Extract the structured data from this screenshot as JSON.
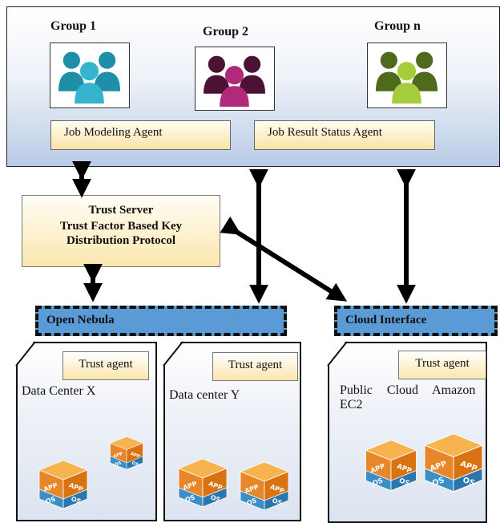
{
  "groups": [
    {
      "label": "Group 1",
      "icon": "people-icon",
      "color_back": "#1f8ea8",
      "color_front": "#36b3cf"
    },
    {
      "label": "Group 2",
      "icon": "people-icon",
      "color_back": "#4b1235",
      "color_front": "#b0297a"
    },
    {
      "label": "Group n",
      "icon": "people-icon",
      "color_back": "#4f6a1a",
      "color_front": "#a5cc3a"
    }
  ],
  "agents": {
    "job_modeling": "Job Modeling Agent",
    "job_result_status": "Job Result Status Agent"
  },
  "trust_server": {
    "title": "Trust Server",
    "line1": "Trust Factor Based Key",
    "line2": "Distribution Protocol"
  },
  "buses": {
    "open_nebula": "Open Nebula",
    "cloud_interface": "Cloud Interface"
  },
  "datacenters": [
    {
      "agent": "Trust agent",
      "name": "Data Center X",
      "vm_icon": "app-os-cube-icon"
    },
    {
      "agent": "Trust agent",
      "name": "Data center Y",
      "vm_icon": "app-os-cube-icon"
    },
    {
      "agent": "Trust agent",
      "name_line1": "Public Cloud Amazon",
      "name_line2": "EC2",
      "vm_icon": "app-os-cube-icon"
    }
  ],
  "cube_labels": {
    "app": "APP",
    "os": "OS"
  },
  "colors": {
    "bus": "#5b9bd5",
    "agent_fill": "#fbe6ad",
    "cube_top": "#f39b2d",
    "cube_bottom": "#3a8fc7"
  }
}
